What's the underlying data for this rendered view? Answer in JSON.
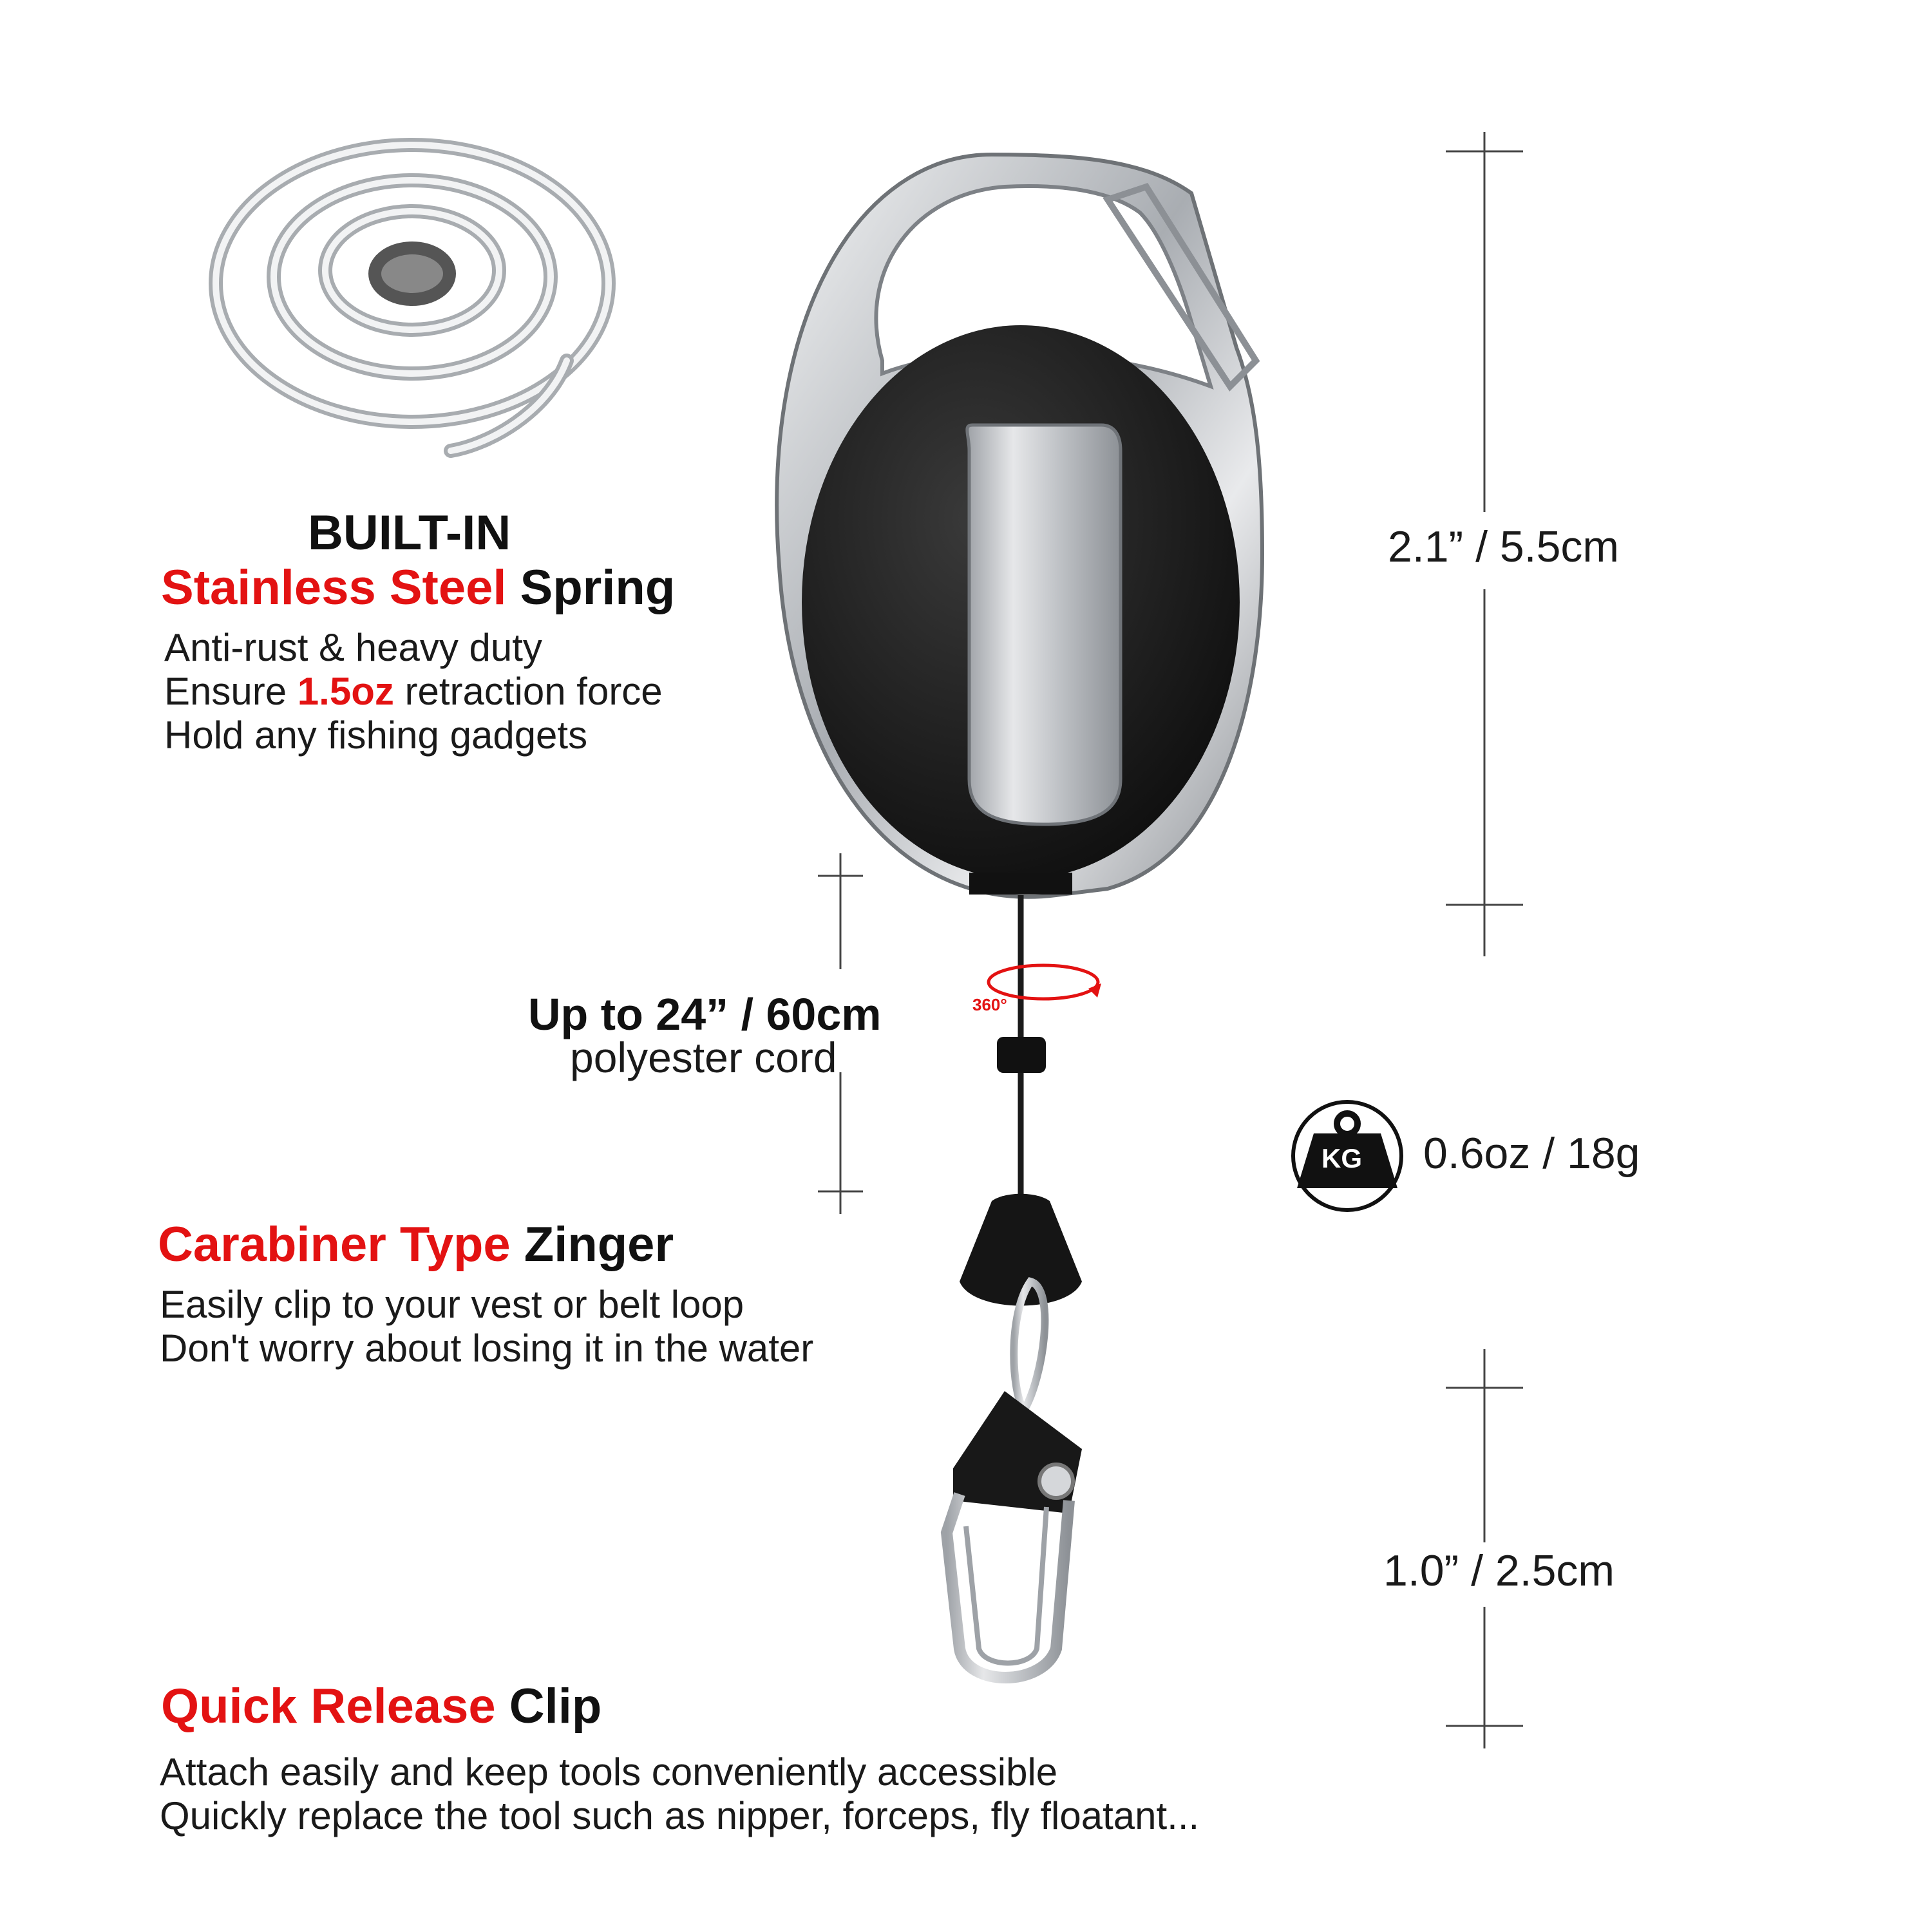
{
  "spring": {
    "heading_line1": "BUILT-IN",
    "heading_red": "Stainless Steel",
    "heading_black": "Spring",
    "lines": [
      "Anti-rust & heavy duty",
      "Ensure ",
      "1.5oz",
      " retraction force",
      "Hold any fishing gadgets"
    ]
  },
  "cord": {
    "length_label": "Up to 24” / 60cm",
    "material": "polyester cord",
    "rotation_label": "360°"
  },
  "zinger": {
    "heading_red": "Carabiner Type",
    "heading_black": "Zinger",
    "lines": [
      "Easily clip to your vest or belt loop",
      "Don't worry about losing it in the water"
    ]
  },
  "clip": {
    "heading_red": "Quick Release",
    "heading_black": "Clip",
    "lines": [
      "Attach easily and keep tools conveniently accessible",
      "Quickly replace the tool such as nipper, forceps, fly floatant..."
    ]
  },
  "dimensions": {
    "body_height": "2.1” / 5.5cm",
    "clip_height": "1.0” / 2.5cm"
  },
  "weight": {
    "icon_text": "KG",
    "value": "0.6oz / 18g"
  },
  "colors": {
    "accent": "#e31212",
    "text": "#111111",
    "body": "#1c1c1c",
    "metal": "#b9bcc0"
  }
}
